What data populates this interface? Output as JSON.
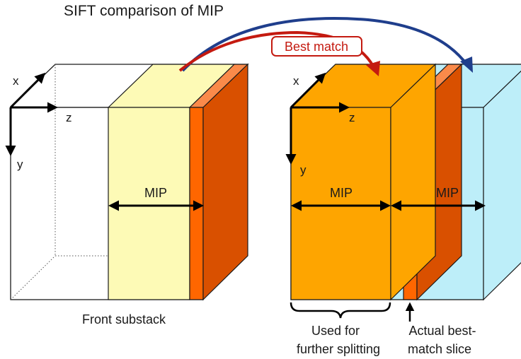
{
  "title": "SIFT comparison of MIP",
  "best_match_label": "Best match",
  "left_stack": {
    "axis_x": "x",
    "axis_y": "y",
    "axis_z": "z",
    "mip_label": "MIP",
    "caption": "Front substack"
  },
  "right_stack": {
    "axis_x": "x",
    "axis_y": "y",
    "axis_z": "z",
    "mip_label_1": "MIP",
    "mip_label_2": "MIP",
    "caption_used_line1": "Used for",
    "caption_used_line2": "further splitting",
    "caption_actual_line1": "Actual best-",
    "caption_actual_line2": "match slice"
  },
  "colors": {
    "pale_yellow": "#fdfab6",
    "orange_front": "#fea500",
    "orange_strip": "#ff6600",
    "orange_side": "#d95000",
    "orange_top": "#fa8a4a",
    "light_blue": "#bdeef9",
    "red_arrow": "#c41a10",
    "blue_arrow": "#1f3e8c"
  }
}
